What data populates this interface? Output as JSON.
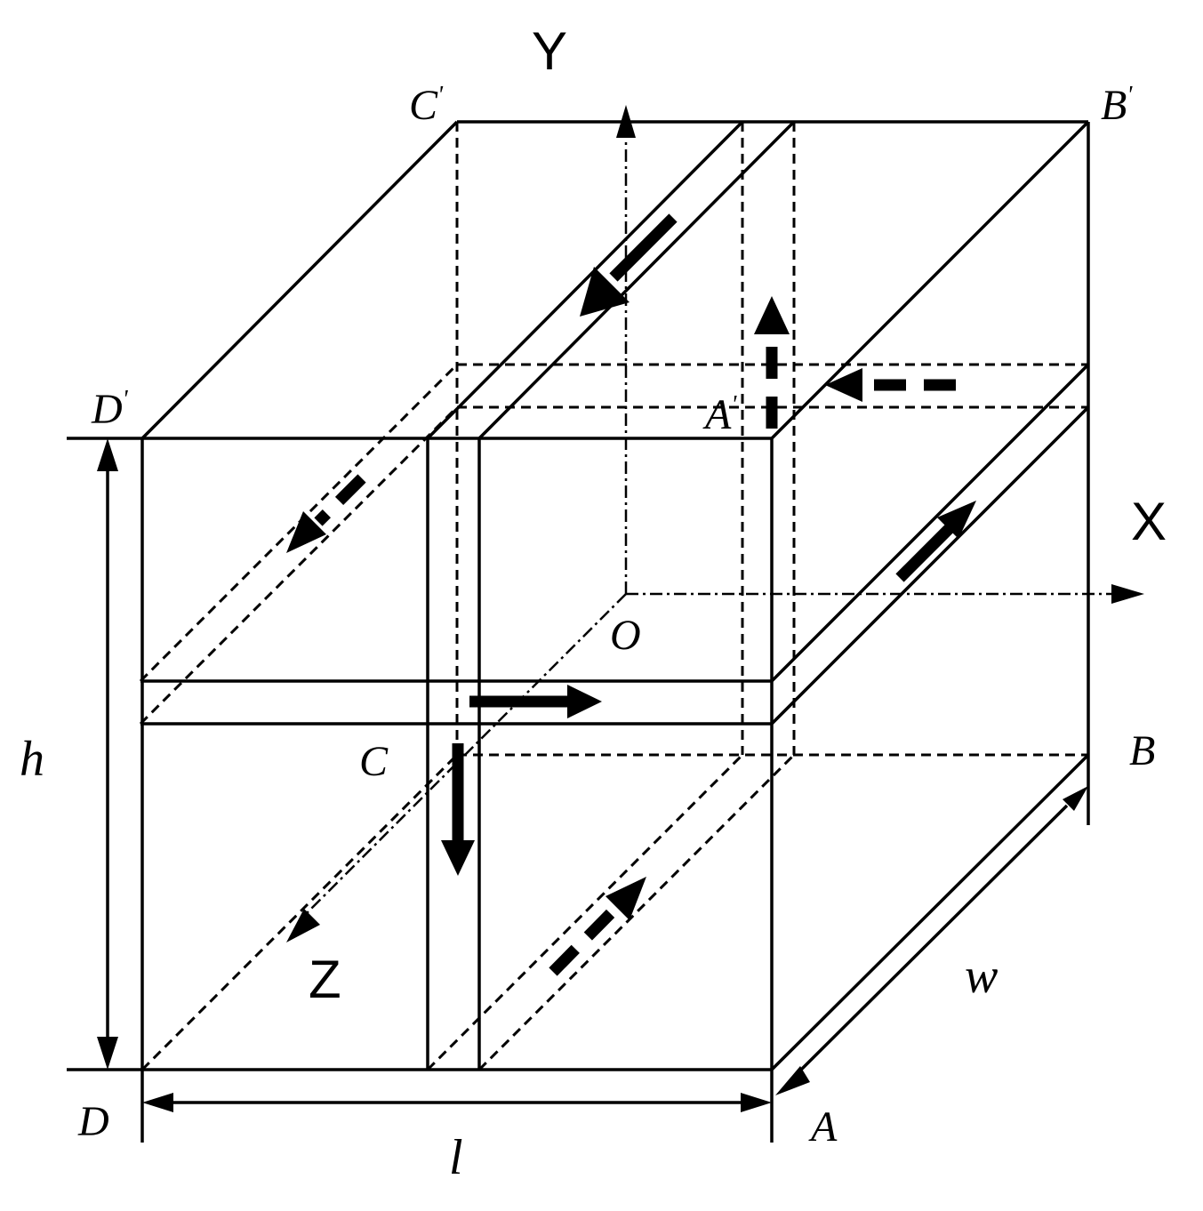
{
  "axes": {
    "x": "X",
    "y": "Y",
    "z": "Z",
    "origin": "O"
  },
  "vertices": {
    "A": "A",
    "B": "B",
    "C": "C",
    "D": "D",
    "A_prime": "A",
    "B_prime": "B",
    "C_prime": "C",
    "D_prime": "D",
    "prime_mark": "'"
  },
  "dimensions": {
    "height": "h",
    "length": "l",
    "width": "w"
  }
}
